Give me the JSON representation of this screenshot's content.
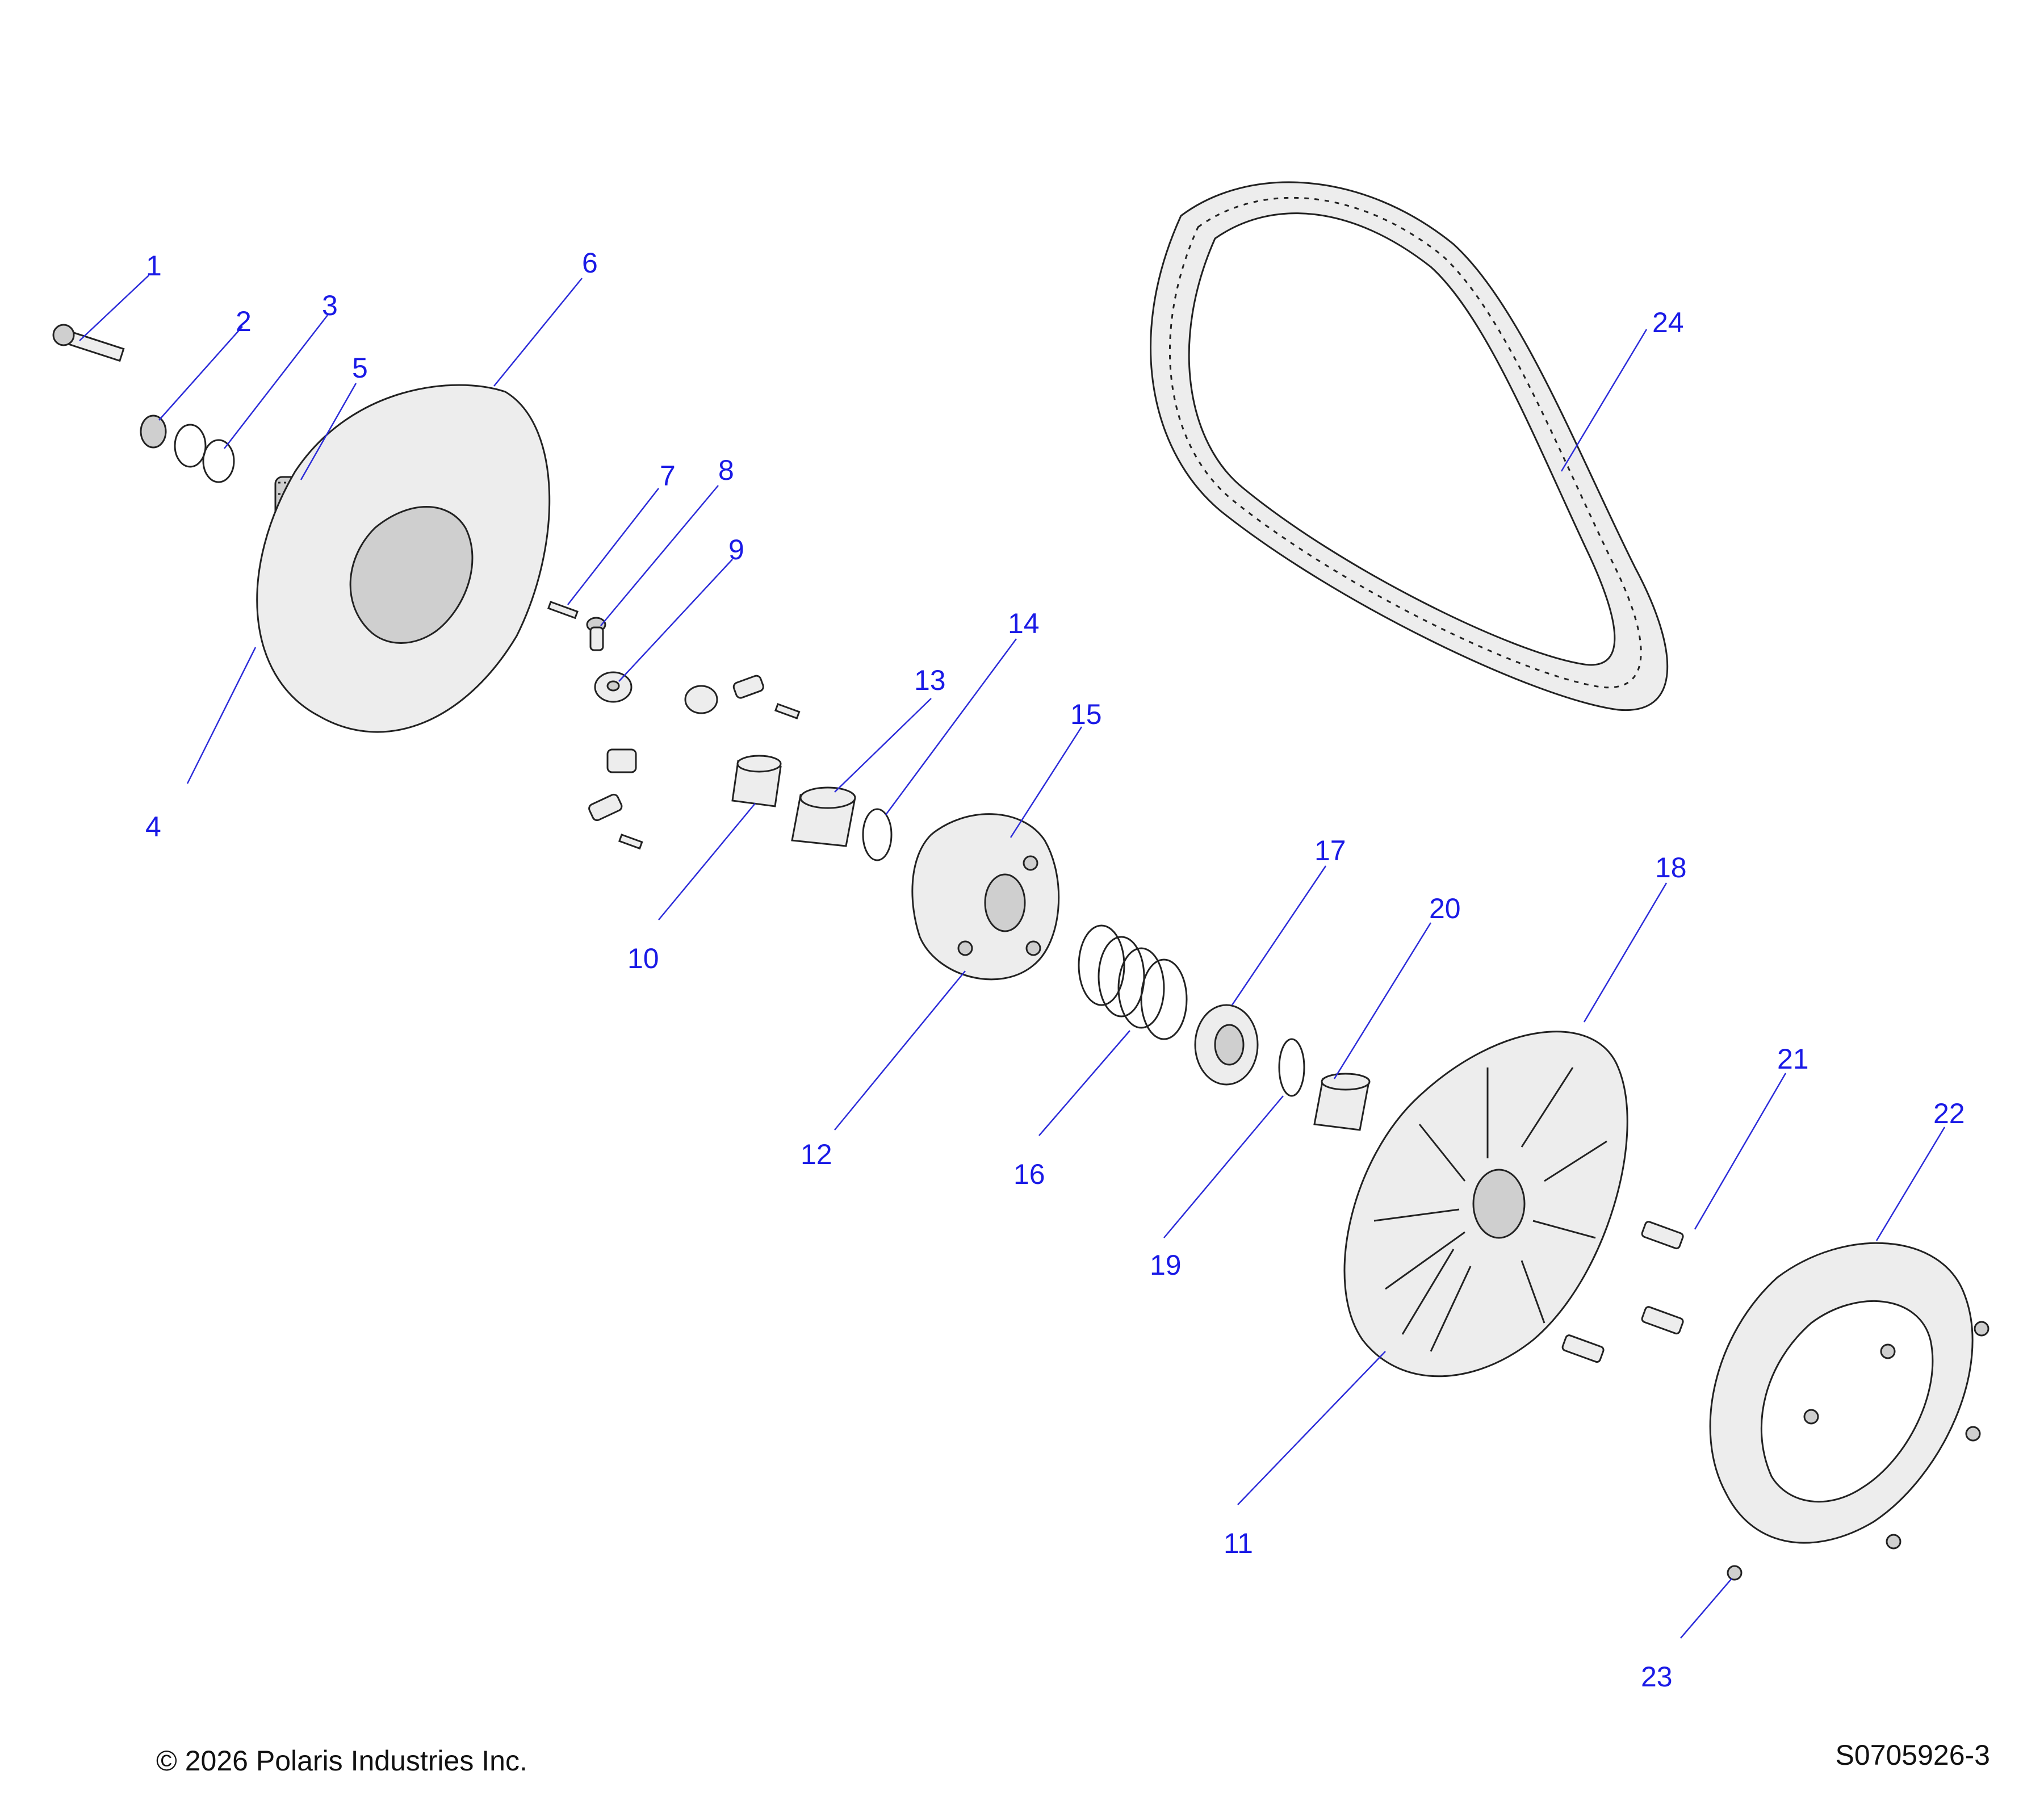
{
  "footer": {
    "copyright": "© 2026 Polaris Industries Inc.",
    "drawing_number": "S0705926-3"
  },
  "callouts": [
    {
      "key": "c1",
      "label": "1"
    },
    {
      "key": "c2",
      "label": "2"
    },
    {
      "key": "c3",
      "label": "3"
    },
    {
      "key": "c4",
      "label": "4"
    },
    {
      "key": "c5",
      "label": "5"
    },
    {
      "key": "c6",
      "label": "6"
    },
    {
      "key": "c7",
      "label": "7"
    },
    {
      "key": "c8",
      "label": "8"
    },
    {
      "key": "c9",
      "label": "9"
    },
    {
      "key": "c10",
      "label": "10"
    },
    {
      "key": "c11",
      "label": "11"
    },
    {
      "key": "c12",
      "label": "12"
    },
    {
      "key": "c13",
      "label": "13"
    },
    {
      "key": "c14",
      "label": "14"
    },
    {
      "key": "c15",
      "label": "15"
    },
    {
      "key": "c16",
      "label": "16"
    },
    {
      "key": "c17",
      "label": "17"
    },
    {
      "key": "c18",
      "label": "18"
    },
    {
      "key": "c19",
      "label": "19"
    },
    {
      "key": "c20",
      "label": "20"
    },
    {
      "key": "c21",
      "label": "21"
    },
    {
      "key": "c22",
      "label": "22"
    },
    {
      "key": "c23",
      "label": "23"
    },
    {
      "key": "c24",
      "label": "24"
    }
  ],
  "colors": {
    "callout": "#1a1ae6",
    "line": "#222222",
    "part_fill": "#ededed"
  }
}
